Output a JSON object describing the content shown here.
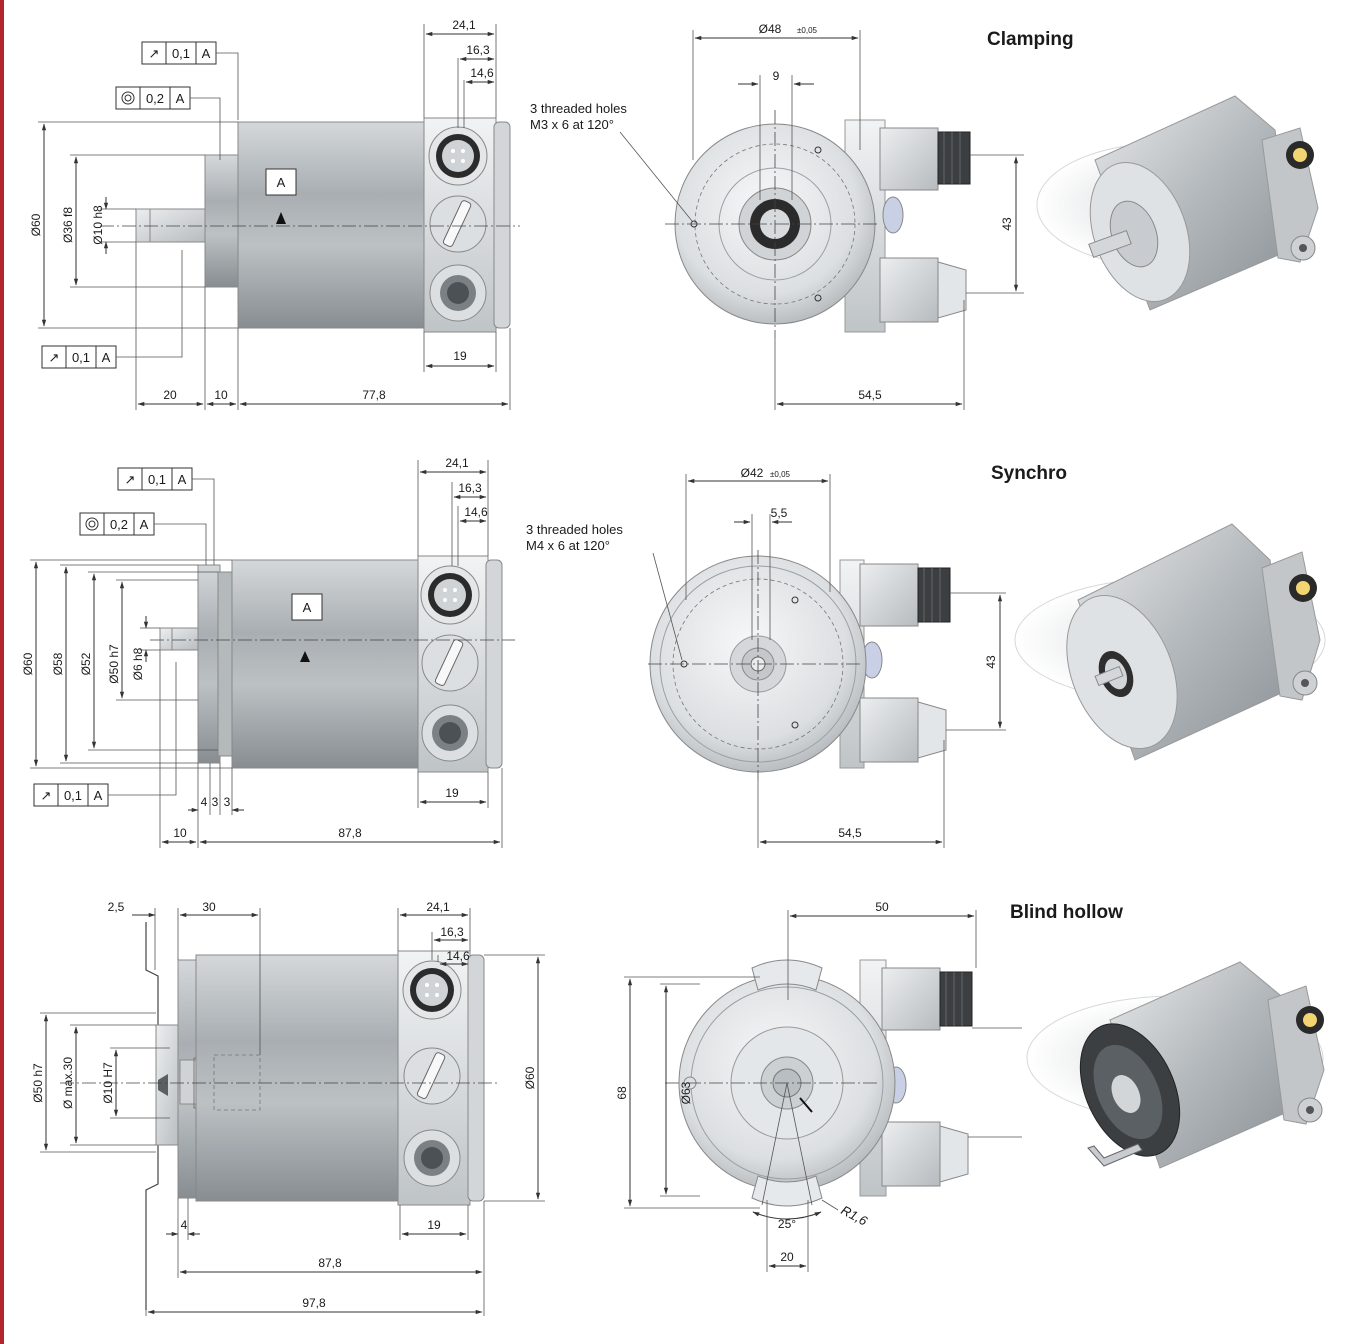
{
  "colors": {
    "accent_bar": "#b3262b",
    "housing": "#c4c9cd",
    "housing_dark": "#8f959a",
    "connector_dark": "#2a2a2a",
    "connector_light": "#d9dcde"
  },
  "views": {
    "clamping": {
      "title": "Clamping",
      "holes_note_1": "3 threaded holes",
      "holes_note_2": "M3 x 6 at 120°",
      "tol_runout_top": "0,1",
      "tol_conc": "0,2",
      "tol_runout_bottom": "0,1",
      "datum": "A",
      "dims": {
        "d241": "24,1",
        "d163": "16,3",
        "d146": "14,6",
        "d19": "19",
        "d20": "20",
        "d10": "10",
        "d778": "77,8",
        "phi60": "Ø60",
        "phi36": "Ø36 f8",
        "phi10": "Ø10 h8",
        "phi48": "Ø48",
        "phi48_tol": "±0,05",
        "d9": "9",
        "d43": "43",
        "d545": "54,5"
      }
    },
    "synchro": {
      "title": "Synchro",
      "holes_note_1": "3 threaded holes",
      "holes_note_2": "M4 x 6 at 120°",
      "tol_runout_top": "0,1",
      "tol_conc": "0,2",
      "tol_runout_bottom": "0,1",
      "datum": "A",
      "dims": {
        "d241": "24,1",
        "d163": "16,3",
        "d146": "14,6",
        "d19": "19",
        "d10": "10",
        "d878": "87,8",
        "d4": "4",
        "d33a": "3",
        "d33b": "3",
        "phi60": "Ø60",
        "phi58": "Ø58",
        "phi52": "Ø52",
        "phi50": "Ø50 h7",
        "phi6": "Ø6 h8",
        "phi42": "Ø42",
        "phi42_tol": "±0,05",
        "d55": "5,5",
        "d43": "43",
        "d545": "54,5"
      }
    },
    "blind_hollow": {
      "title": "Blind hollow",
      "dims": {
        "d25": "2,5",
        "d30": "30",
        "d241": "24,1",
        "d163": "16,3",
        "d146": "14,6",
        "d19": "19",
        "d4": "4",
        "d878": "87,8",
        "d978": "97,8",
        "phi50": "Ø50 h7",
        "phimax30": "Ø max.30",
        "phi10": "Ø10 H7",
        "phi60": "Ø60",
        "d50": "50",
        "d68": "68",
        "phi63": "Ø63",
        "d25deg": "25°",
        "d20": "20",
        "r16": "R1,6"
      }
    }
  }
}
